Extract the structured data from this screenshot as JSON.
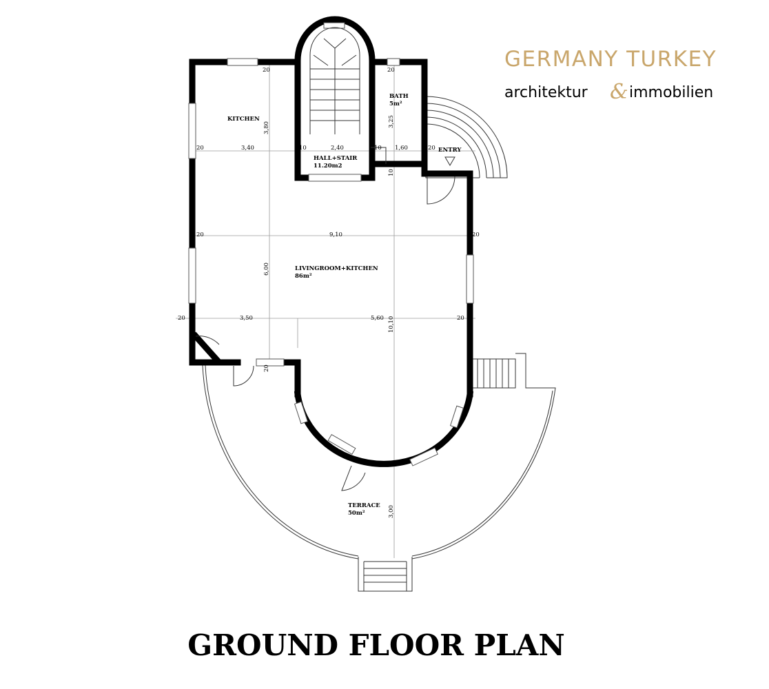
{
  "brand": {
    "line1": "GERMANY TURKEY",
    "line2_left": "architektur",
    "ampersand": "&",
    "line2_right": "immobilien"
  },
  "title": "GROUND FLOOR PLAN",
  "rooms": {
    "kitchen": {
      "name": "KITCHEN"
    },
    "bath": {
      "name": "BATH",
      "area": "5m²"
    },
    "hall": {
      "name": "HALL+STAIR",
      "area": "11.20m2"
    },
    "entry": {
      "name": "ENTRY"
    },
    "living": {
      "name": "LIVINGROOM+KITCHEN",
      "area": "86m²"
    },
    "terrace": {
      "name": "TERRACE",
      "area": "50m²"
    }
  },
  "dimensions": {
    "d_kitchen_top": "20",
    "d_kitchen_h": "3,80",
    "d_bath_top": "20",
    "d_bath_h": "3,25",
    "d_row1_w20a": "20",
    "d_row1_340": "3,40",
    "d_row1_10a": "10",
    "d_row1_240": "2,40",
    "d_row1_10b": "10",
    "d_row1_160": "1,60",
    "d_row1_w20b": "20",
    "d_hall_10": "10",
    "d_row2_w20a": "20",
    "d_row2_910": "9,10",
    "d_row2_w20b": "20",
    "d_living_h": "6,00",
    "d_row3_w20a": "20",
    "d_row3_350": "3,50",
    "d_row3_560": "5,60",
    "d_row3_w20b": "20",
    "d_total_h": "10,10",
    "d_door_20": "20",
    "d_terrace_h": "3,00"
  }
}
